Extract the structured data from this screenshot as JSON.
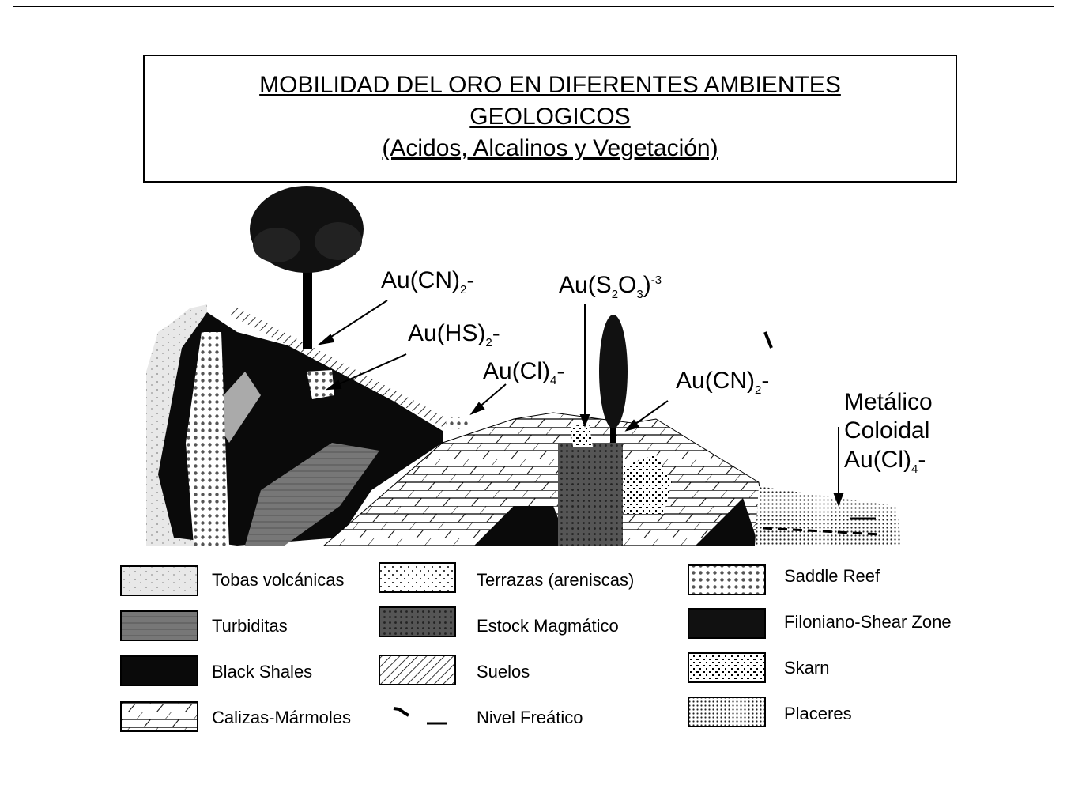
{
  "title": {
    "line1": "MOBILIDAD DEL ORO EN DIFERENTES AMBIENTES",
    "line2": "GEOLOGICOS",
    "line3": "(Acidos, Alcalinos y Vegetación)"
  },
  "species": {
    "cn_left_base": "Au(CN)",
    "cn_left_sub": "2",
    "cn_left_tail": "-",
    "hs_base": "Au(HS)",
    "hs_sub": "2",
    "hs_tail": "-",
    "s2o3_pre": "Au(S",
    "s2o3_sub1": "2",
    "s2o3_mid": "O",
    "s2o3_sub2": "3",
    "s2o3_post": ")",
    "s2o3_sup": "-3",
    "cl_base": "Au(Cl)",
    "cl_sub": "4",
    "cl_tail": "-",
    "cn_right_base": "Au(CN)",
    "cn_right_sub": "2",
    "cn_right_tail": "-",
    "metalico": "Metálico",
    "coloidal": "Coloidal",
    "cl2_base": "Au(Cl)",
    "cl2_sub": "4",
    "cl2_tail": "-"
  },
  "legend": {
    "col1": [
      "Tobas volcánicas",
      "Turbiditas",
      "Black Shales",
      "Calizas-Mármoles"
    ],
    "col2": [
      "Terrazas (areniscas)",
      "Estock Magmático",
      "Suelos",
      "Nivel Freático"
    ],
    "col3": [
      "Saddle Reef",
      "Filoniano-Shear Zone",
      "Skarn",
      "Placeres"
    ]
  }
}
